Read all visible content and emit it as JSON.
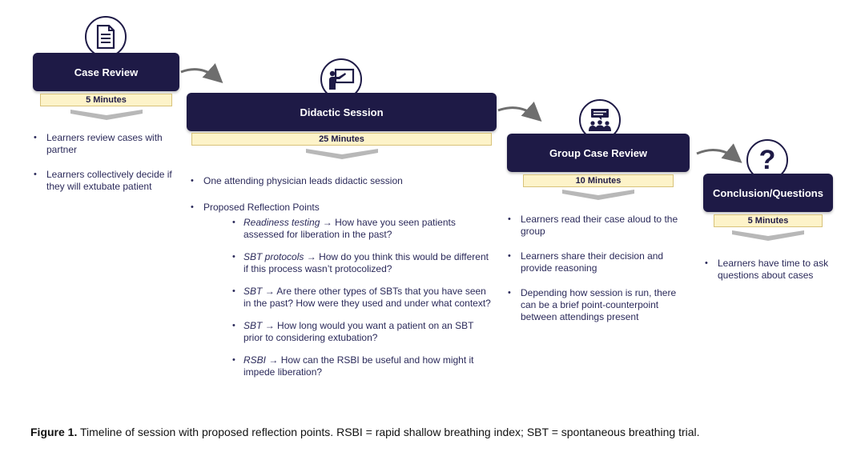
{
  "stages": [
    {
      "title": "Case Review",
      "duration": "5 Minutes",
      "icon": "document-icon",
      "bullets": [
        "Learners review cases with partner",
        "Learners collectively decide if they will extubate patient"
      ]
    },
    {
      "title": "Didactic Session",
      "duration": "25 Minutes",
      "icon": "presentation-icon",
      "bullets": [
        "One attending physician leads didactic session",
        "Proposed Reflection Points"
      ],
      "reflection_points": [
        {
          "term": "Readiness testing",
          "text": "How have you seen patients assessed for liberation in the past?"
        },
        {
          "term": "SBT protocols",
          "text": "How do you think this would be different if this process wasn’t protocolized?"
        },
        {
          "term": "SBT",
          "text": " Are there other types of SBTs that you have seen in the past? How were they used and under what context?"
        },
        {
          "term": "SBT",
          "text": "How long would you want a patient on an SBT prior to considering extubation?"
        },
        {
          "term": "RSBI",
          "text": "How can the RSBI be useful and how might it impede liberation?"
        }
      ]
    },
    {
      "title": "Group Case Review",
      "duration": "10 Minutes",
      "icon": "group-discussion-icon",
      "bullets": [
        "Learners read their case aloud to the group",
        "Learners share their decision and provide reasoning",
        "Depending how session is run, there can be a brief point-counterpoint between attendings present"
      ]
    },
    {
      "title": "Conclusion/Questions",
      "duration": "5 Minutes",
      "icon": "question-mark-icon",
      "bullets": [
        "Learners have time to ask questions about cases"
      ]
    }
  ],
  "arrow_glyph": "→",
  "question_glyph": "?",
  "caption": {
    "label": "Figure 1.",
    "text": " Timeline of session with proposed reflection points. RSBI = rapid shallow breathing index; SBT = spontaneous breathing trial."
  },
  "colors": {
    "header_bg": "#1e1a46",
    "duration_bg": "#fdf3c9",
    "chevron": "#b8b8b8",
    "arrow": "#6e6e6e",
    "text": "#2b2a5a"
  }
}
